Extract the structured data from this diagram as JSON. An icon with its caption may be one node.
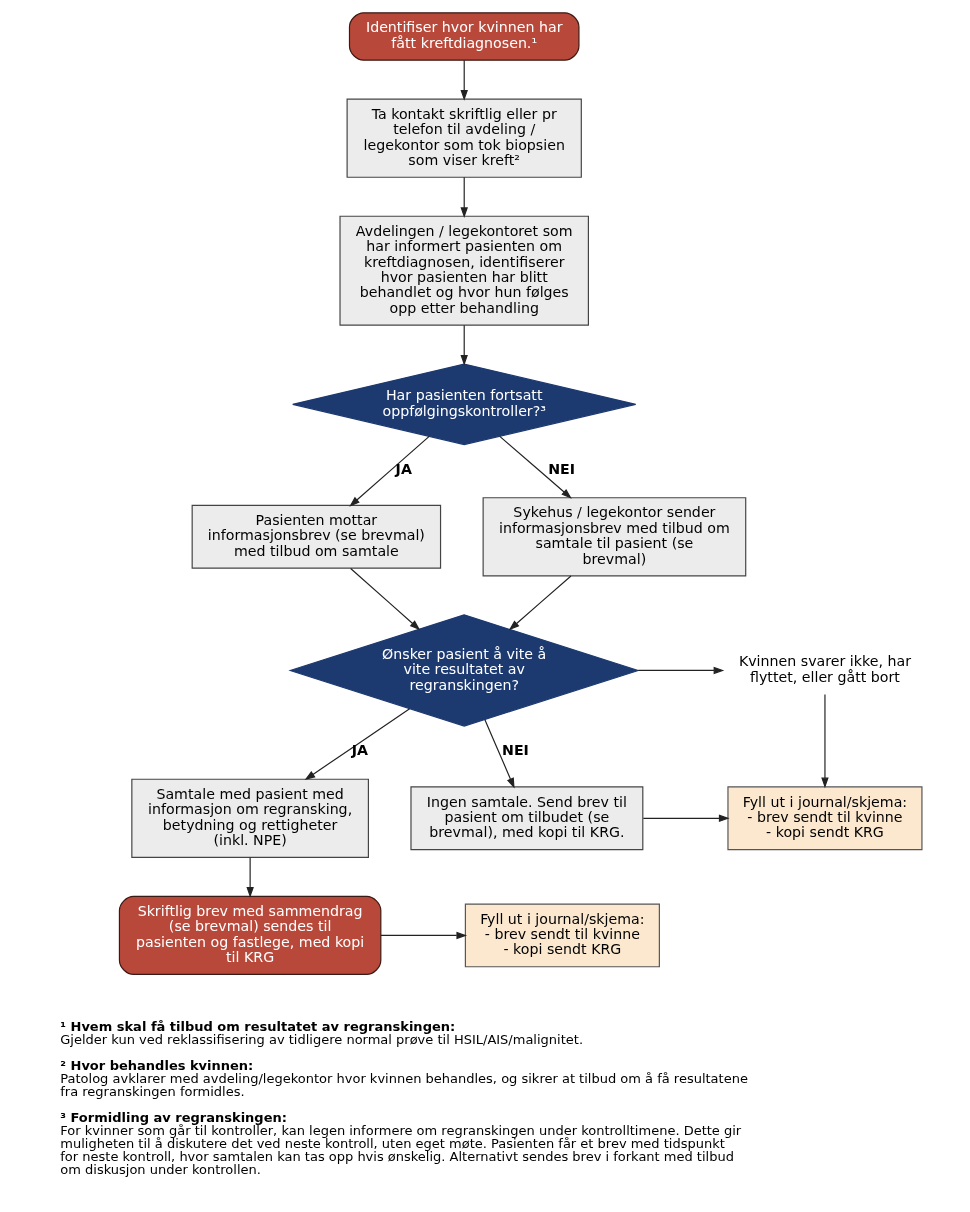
{
  "diagram": {
    "nodes": [
      {
        "text": [
          "Identifiser hvor kvinnen har fått kreftdiagnosen.¹"
        ]
      },
      {
        "text": [
          "Ta kontakt skriftlig eller pr telefon til avdeling / legekontor som tok biopsien som viser kreft²"
        ]
      },
      {
        "text": [
          "Avdelingen / legekontoret som har informert pasienten om kreftdiagnosen, identifiserer hvor pasienten har blitt behandlet og hvor hun følges opp etter behandling"
        ]
      },
      {
        "text": [
          "Har pasienten fortsatt oppfølgingskontroller?³"
        ]
      },
      {
        "text": [
          "Pasienten mottar informasjonsbrev (se brevmal) med tilbud om samtale"
        ]
      },
      {
        "text": [
          "Sykehus / legekontor sender informasjonsbrev med tilbud om samtale til pasient (se brevmal)"
        ]
      },
      {
        "text": [
          "Ønsker pasient å vite å vite resultatet av regranskingen?"
        ]
      },
      {
        "text": [
          "Kvinnen svarer ikke, har flyttet, eller gått bort"
        ]
      },
      {
        "text": [
          "Samtale med pasient med informasjon om regransking, betydning og rettigheter (inkl. NPE)"
        ]
      },
      {
        "text": [
          "Ingen samtale. Send brev til pasient om tilbudet (se brevmal), med kopi til KRG."
        ]
      },
      {
        "text": [
          "Fyll ut i journal/skjema:",
          "- brev sendt til kvinne",
          "- kopi sendt KRG"
        ]
      },
      {
        "text": [
          "Skriftlig brev med sammendrag (se brevmal) sendes til pasienten og fastlege, med kopi til KRG"
        ]
      },
      {
        "text": [
          "Fyll ut i journal/skjema:",
          "- brev sendt til kvinne",
          "- kopi sendt KRG"
        ]
      }
    ],
    "edges": [
      {
        "from": 0,
        "to": 1,
        "arrow": "to"
      },
      {
        "from": 1,
        "to": 2,
        "arrow": "to"
      },
      {
        "from": 2,
        "to": 3,
        "arrow": "to"
      },
      {
        "from": 3,
        "to": 4,
        "arrow": "to",
        "label": "JA"
      },
      {
        "from": 3,
        "to": 5,
        "arrow": "to",
        "label": "NEI"
      },
      {
        "from": 4,
        "to": 6,
        "arrow": "to"
      },
      {
        "from": 5,
        "to": 6,
        "arrow": "to"
      },
      {
        "from": 6,
        "to": 8,
        "arrow": "to",
        "label": "JA"
      },
      {
        "from": 6,
        "to": 9,
        "arrow": "to",
        "label": "NEI"
      },
      {
        "from": 6,
        "to": 7,
        "arrow": "to"
      },
      {
        "from": 7,
        "to": 10,
        "arrow": "to"
      },
      {
        "from": 9,
        "to": 10,
        "arrow": "to"
      },
      {
        "from": 8,
        "to": 11,
        "arrow": "to"
      },
      {
        "from": 11,
        "to": 12,
        "arrow": "to"
      }
    ],
    "labels": [
      "¹ Hvem skal få tilbud om resultatet av regranskingen:",
      "Gjelder kun ved reklassifisering av tidligere normal prøve til HSIL/AIS/malignitet.",
      "² Hvor behandles kvinnen:",
      "Patolog avklarer med avdeling/legekontor hvor kvinnen behandles, og sikrer at tilbud om å få resultatene fra regranskingen formidles.",
      "³ Formidling av regranskingen:",
      "For kvinner som går til kontroller, kan legen informere om regranskingen under kontrolltimene. Dette gir muligheten til å diskutere det ved neste kontroll, uten eget møte. Pasienten får et brev med tidspunkt for neste kontroll, hvor samtalen kan tas opp hvis ønskelig. Alternativt sendes brev i forkant med tilbud om diskusjon under kontrollen."
    ]
  }
}
